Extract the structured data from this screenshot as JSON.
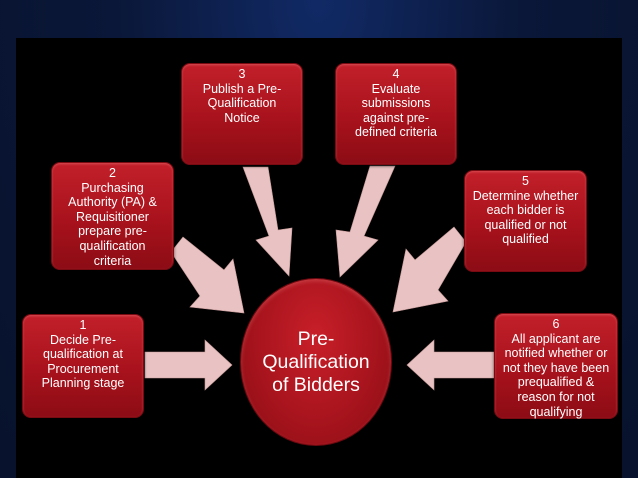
{
  "diagram": {
    "center_label": "Pre-\nQualification\nof Bidders",
    "steps": [
      {
        "number": "1",
        "text": "Decide Pre-\nqualification at\nProcurement\nPlanning stage"
      },
      {
        "number": "2",
        "text": "Purchasing\nAuthority (PA) &\nRequisitioner\nprepare pre-\nqualification\ncriteria"
      },
      {
        "number": "3",
        "text": "Publish a Pre-\nQualification\nNotice"
      },
      {
        "number": "4",
        "text": "Evaluate\nsubmissions\nagainst pre-\ndefined criteria"
      },
      {
        "number": "5",
        "text": "Determine whether\neach bidder is\nqualified or not\nqualified"
      },
      {
        "number": "6",
        "text": "All applicant are\nnotified whether or\nnot they have been\nprequalified &\nreason for not\nqualifying"
      }
    ]
  },
  "colors": {
    "box_fill": "#a8121c",
    "arrow_fill": "#e9c3c3",
    "slide_background": "#000000",
    "frame_background": "#0a1a44"
  }
}
